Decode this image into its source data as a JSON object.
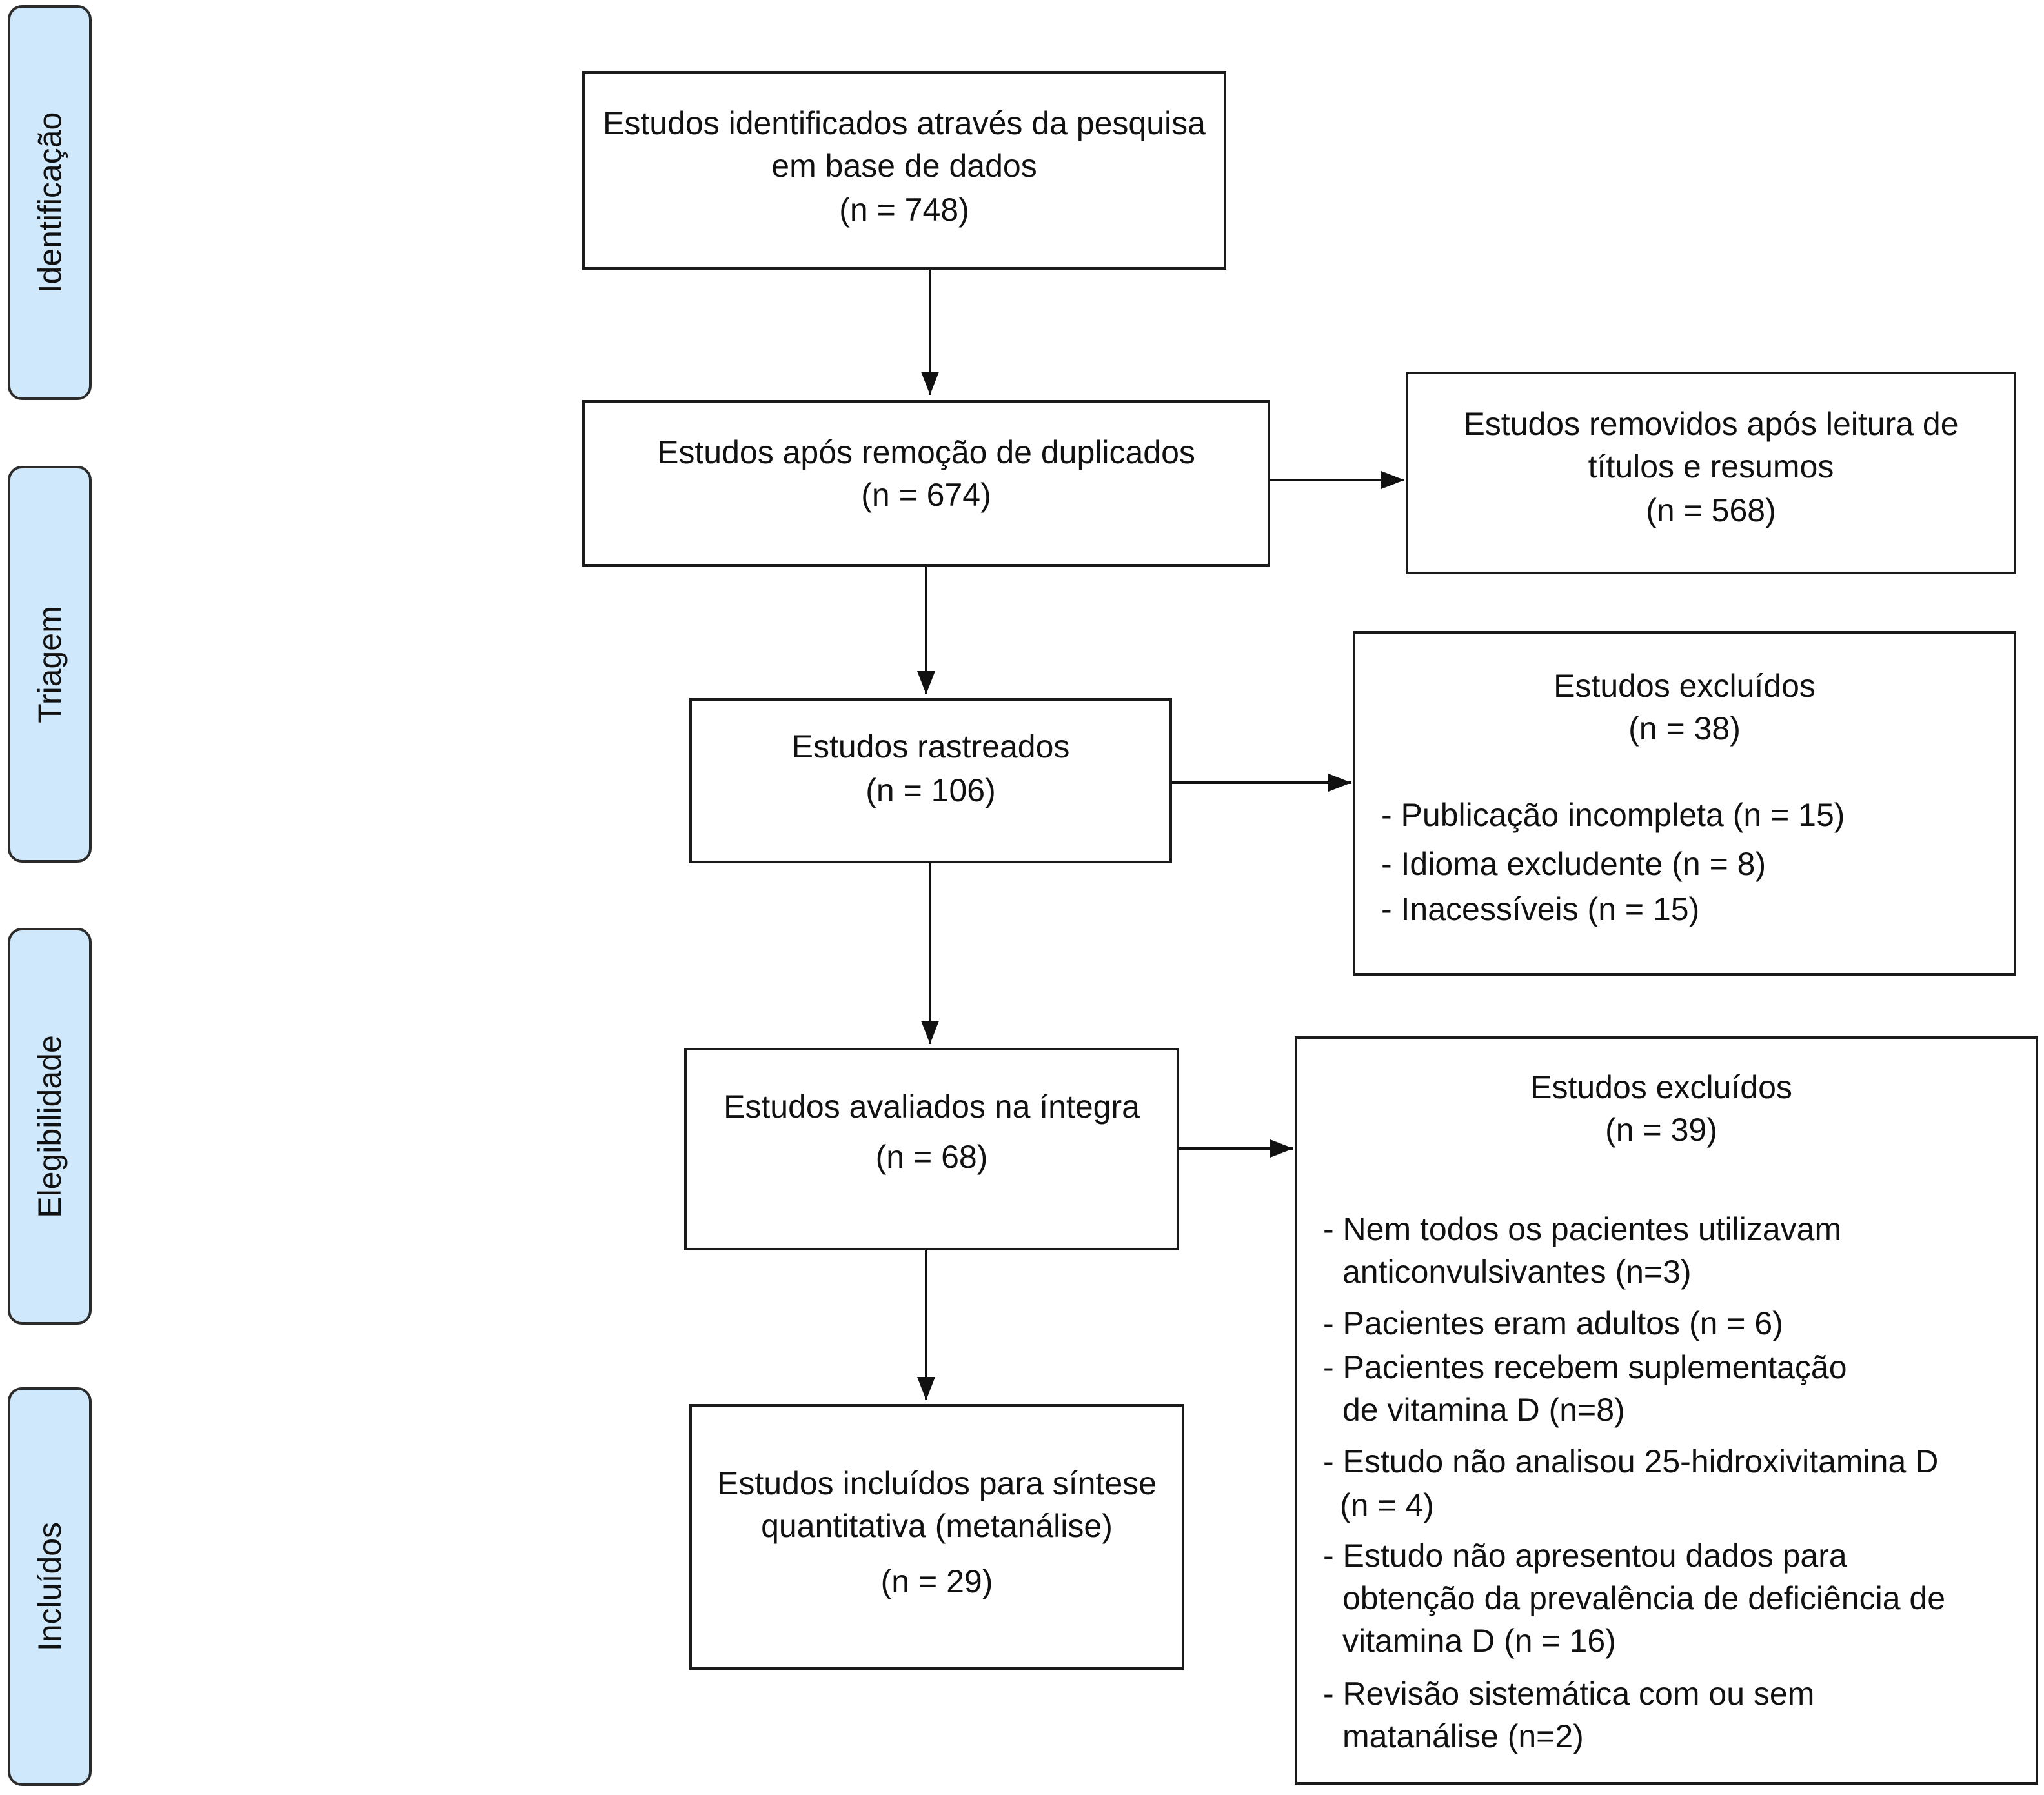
{
  "stages": {
    "identification": "Identificação",
    "screening": "Triagem",
    "eligibility": "Elegibilidade",
    "included": "Incluídos"
  },
  "main_boxes": {
    "identified": {
      "lines": [
        "Estudos identificados através da pesquisa",
        "em base de dados",
        "(n = 748)"
      ]
    },
    "after_duplicates": {
      "lines": [
        "Estudos após remoção de duplicados",
        "(n = 674)"
      ]
    },
    "screened": {
      "lines": [
        "Estudos rastreados",
        "(n = 106)"
      ]
    },
    "full_text": {
      "lines": [
        "Estudos avaliados na íntegra",
        "(n = 68)"
      ]
    },
    "included": {
      "lines": [
        "Estudos incluídos para síntese",
        "quantitativa (metanálise)",
        "(n = 29)"
      ]
    }
  },
  "side_boxes": {
    "removed_titles": {
      "lines": [
        "Estudos removidos após leitura de",
        "títulos e resumos",
        "(n = 568)"
      ]
    },
    "excluded_screening": {
      "title": "Estudos excluídos",
      "count": "(n = 38)",
      "items": [
        "- Publicação incompleta  (n = 15)",
        "- Idioma excludente  (n = 8)",
        "- Inacessíveis (n = 15)"
      ]
    },
    "excluded_eligibility": {
      "title": "Estudos excluídos",
      "count": "(n = 39)",
      "lines": [
        "- Nem todos os pacientes utilizavam",
        "anticonvulsivantes (n=3)",
        "- Pacientes eram adultos (n = 6)",
        "- Pacientes recebem suplementação",
        "de vitamina D (n=8)",
        "- Estudo não analisou 25-hidroxivitamina D",
        "(n = 4)",
        "- Estudo não apresentou dados para",
        "obtenção da prevalência de deficiência de",
        "vitamina D  (n = 16)",
        "- Revisão sistemática com ou sem",
        "matanálise (n=2)"
      ]
    }
  }
}
